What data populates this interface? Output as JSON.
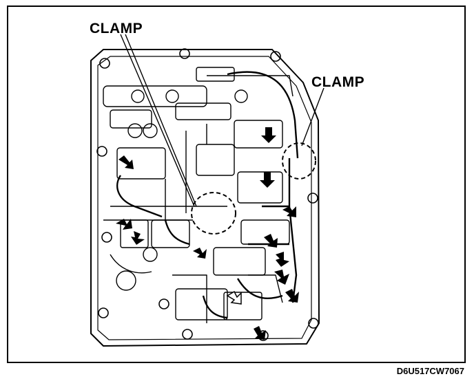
{
  "labels": {
    "clamp_left": "CLAMP",
    "clamp_right": "CLAMP"
  },
  "figure_code": "D6U517CW7067",
  "colors": {
    "ink": "#000000",
    "paper": "#ffffff"
  }
}
